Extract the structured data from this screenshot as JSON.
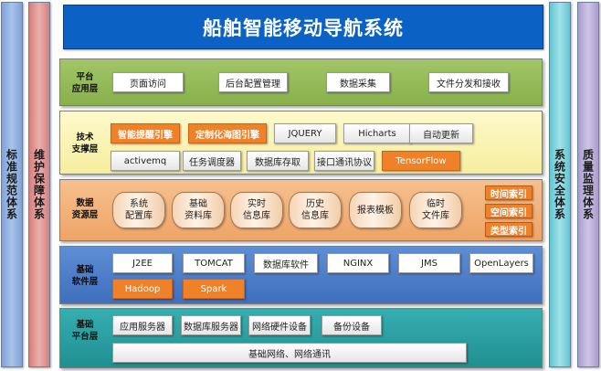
{
  "title": "船舶智能移动导航系统",
  "sides": {
    "left_1": "标准规范体系",
    "left_2": "维护保障体系",
    "right_1": "系统安全体系",
    "right_2": "质量监理体系"
  },
  "layers": {
    "platform": {
      "label": "平台\n应用层",
      "items": [
        "页面访问",
        "后台配置管理",
        "数据采集",
        "文件分发和接收"
      ]
    },
    "tech": {
      "label": "技术\n支撑层",
      "items": [
        "智能提醒引擎",
        "定制化海图引擎",
        "JQUERY",
        "Hicharts",
        "自动更新",
        "activemq",
        "任务调度器",
        "数据库存取",
        "接口通讯协议",
        "TensorFlow"
      ]
    },
    "data": {
      "label": "数据\n资源层",
      "items": [
        "系统\n配置库",
        "基础\n资料库",
        "实时\n信息库",
        "历史\n信息库",
        "报表模板",
        "临时\n文件库"
      ],
      "indexes": [
        "时间索引",
        "空间索引",
        "类型索引"
      ]
    },
    "soft": {
      "label": "基础\n软件层",
      "items": [
        "J2EE",
        "TOMCAT",
        "数据库软件",
        "NGINX",
        "JMS",
        "OpenLayers",
        "Hadoop",
        "Spark"
      ]
    },
    "base": {
      "label": "基础\n平台层",
      "items": [
        "应用服务器",
        "数据库服务器",
        "网络硬件设备",
        "备份设备",
        "基础网络、网络通讯"
      ]
    }
  }
}
